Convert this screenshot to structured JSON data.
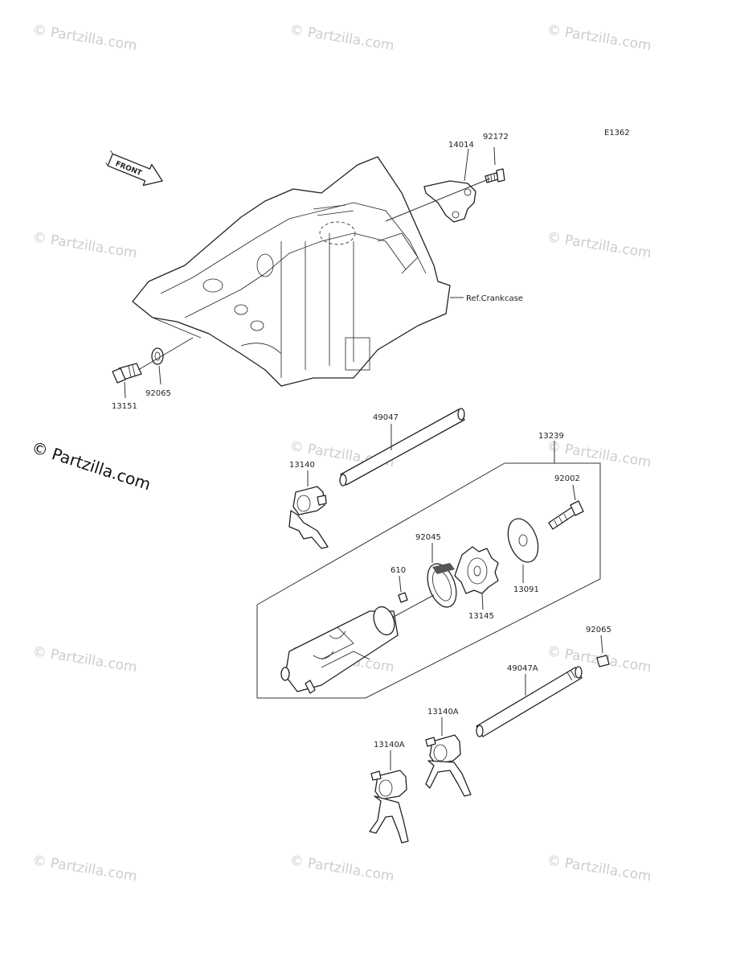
{
  "diagram_code": "E1362",
  "front_label": "FRONT",
  "ref_label": "Ref.Crankcase",
  "watermark": "© Partzilla.com",
  "watermark_main": "© Partzilla.com",
  "parts": {
    "p14014": "14014",
    "p92172": "92172",
    "p13151": "13151",
    "p92065_top": "92065",
    "p49047": "49047",
    "p13239": "13239",
    "p13140": "13140",
    "p92002": "92002",
    "p92045": "92045",
    "p610": "610",
    "p13091": "13091",
    "p13145": "13145",
    "p92065_bottom": "92065",
    "p49047A": "49047A",
    "p13140A_right": "13140A",
    "p13140A_left": "13140A"
  }
}
